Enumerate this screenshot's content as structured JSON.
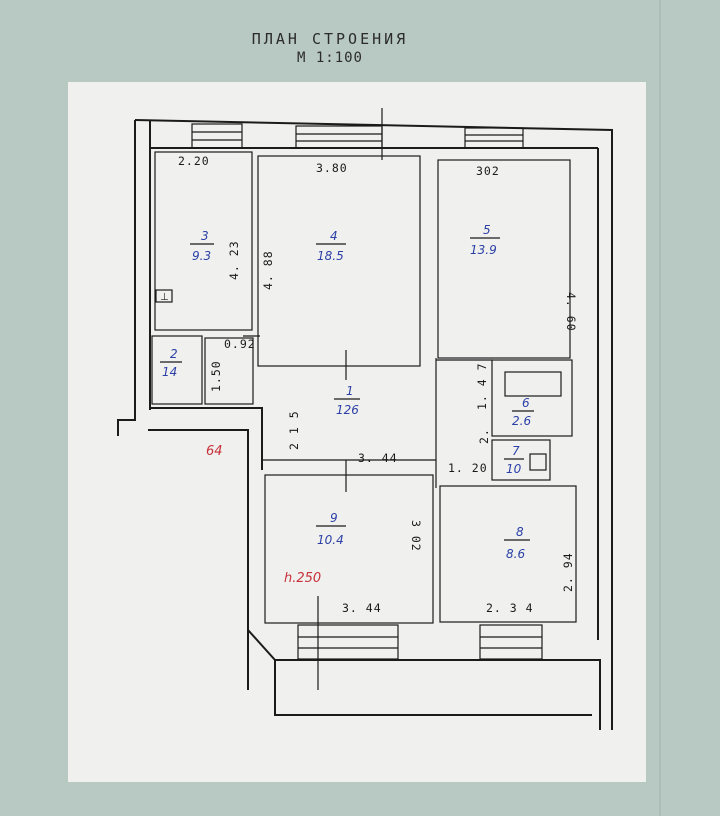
{
  "header": {
    "title": "ПЛАН СТРОЕНИЯ",
    "scale": "М 1:100"
  },
  "rooms": [
    {
      "id": "room-3",
      "num": "3",
      "area": "9.3"
    },
    {
      "id": "room-4",
      "num": "4",
      "area": "18.5"
    },
    {
      "id": "room-5",
      "num": "5",
      "area": "13.9"
    },
    {
      "id": "room-2",
      "num": "2",
      "area": "14"
    },
    {
      "id": "room-1",
      "num": "1",
      "area": "126"
    },
    {
      "id": "room-6",
      "num": "6",
      "area": "2.6"
    },
    {
      "id": "room-7",
      "num": "7",
      "area": "10"
    },
    {
      "id": "room-9",
      "num": "9",
      "area": "10.4"
    },
    {
      "id": "room-8",
      "num": "8",
      "area": "8.6"
    }
  ],
  "dims": {
    "d_220": "2.20",
    "d_380": "3.80",
    "d_302_top": "302",
    "d_423": "4. 23",
    "d_488": "4. 88",
    "d_460": "4. 60",
    "d_092": "0.92",
    "d_150": "1.50",
    "d_215": "2 1 5",
    "d_344_mid": "3. 44",
    "d_147": "1. 4 7",
    "d_2": "2.",
    "d_120": "1. 20",
    "d_302_right": "3 02",
    "d_344_bot": "3. 44",
    "d_234": "2. 3 4",
    "d_294": "2. 94"
  },
  "notes": {
    "flat_no": "64",
    "height": "h.250"
  },
  "colors": {
    "pencil": "#2b3fa6",
    "ink_red": "#c8303a",
    "paper": "#f3f3f1",
    "board": "#b9c9c4"
  }
}
